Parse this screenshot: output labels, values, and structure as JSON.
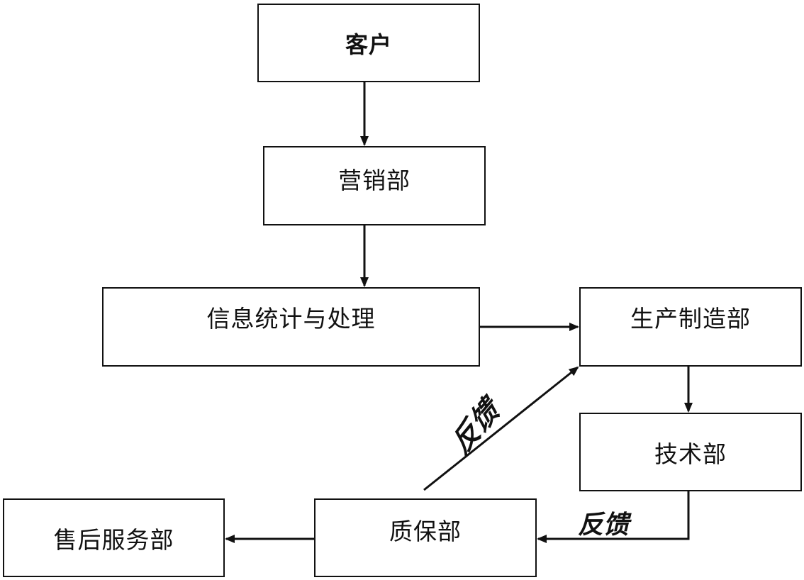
{
  "nodes": {
    "customer": "客户",
    "marketing": "营销部",
    "info_processing": "信息统计与处理",
    "production": "生产制造部",
    "technology": "技术部",
    "quality": "质保部",
    "after_sales": "售后服务部"
  },
  "edges": {
    "feedback_diagonal": "反馈",
    "feedback_horizontal": "反馈"
  }
}
